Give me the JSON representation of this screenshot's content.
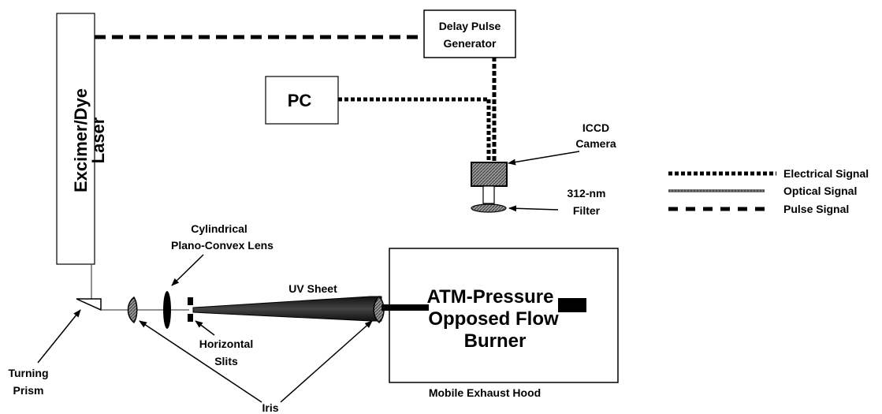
{
  "components": {
    "laser": {
      "lines": [
        "Excimer/Dye",
        "Laser"
      ]
    },
    "delay_pulse_generator": {
      "lines": [
        "Delay Pulse",
        "Generator"
      ]
    },
    "pc": {
      "label": "PC"
    },
    "iccd_camera": {
      "lines": [
        "ICCD",
        "Camera"
      ]
    },
    "filter": {
      "lines": [
        "312-nm",
        "Filter"
      ]
    },
    "turning_prism": {
      "lines": [
        "Turning",
        "Prism"
      ]
    },
    "cylindrical_lens": {
      "lines": [
        "Cylindrical",
        "Plano-Convex Lens"
      ]
    },
    "horizontal_slits": {
      "lines": [
        "Horizontal",
        "Slits"
      ]
    },
    "iris": {
      "label": "Iris"
    },
    "uv_sheet": {
      "label": "UV Sheet"
    },
    "burner": {
      "lines": [
        "ATM-Pressure",
        "Opposed Flow",
        "Burner"
      ]
    },
    "exhaust_hood": {
      "label": "Mobile Exhaust Hood"
    }
  },
  "legend": {
    "electrical": "Electrical Signal",
    "optical": "Optical Signal",
    "pulse": "Pulse Signal"
  }
}
